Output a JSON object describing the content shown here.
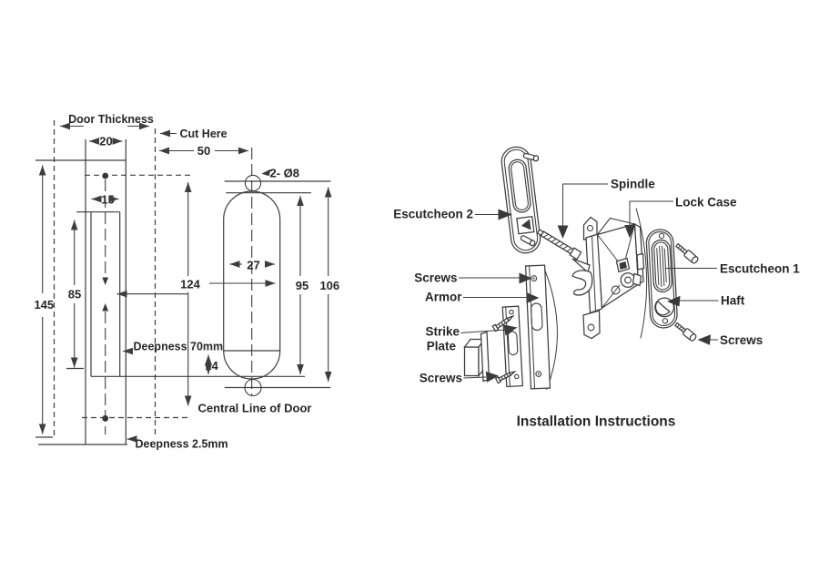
{
  "colors": {
    "background": "#ffffff",
    "line": "#3d3d3d",
    "text": "#262626"
  },
  "cutting_template": {
    "labels": {
      "door_thickness": "Door Thickness",
      "cut_here": "Cut Here",
      "hole_callout": "2- Ø8",
      "deepness_70": "Deepness 70mm",
      "central_line": "Central Line of Door",
      "deepness_25": "Deepness 2.5mm"
    },
    "dims": {
      "plate_width": "20",
      "cut_offset": "50",
      "inner_width": "15",
      "inner_height": "85",
      "plate_height": "145",
      "center_height": "124",
      "slot_width": "27",
      "slot_height": "95",
      "overall_slot_height": "106",
      "bottom_offset": "14"
    }
  },
  "exploded_view": {
    "title": "Installation Instructions",
    "labels": {
      "escutcheon2": "Escutcheon 2",
      "spindle": "Spindle",
      "lock_case": "Lock Case",
      "escutcheon1": "Escutcheon 1",
      "haft": "Haft",
      "screws_right": "Screws",
      "screws_top_left": "Screws",
      "armor": "Armor",
      "strike_line1": "Strike",
      "strike_line2": "Plate",
      "screws_bottom_left": "Screws"
    }
  }
}
